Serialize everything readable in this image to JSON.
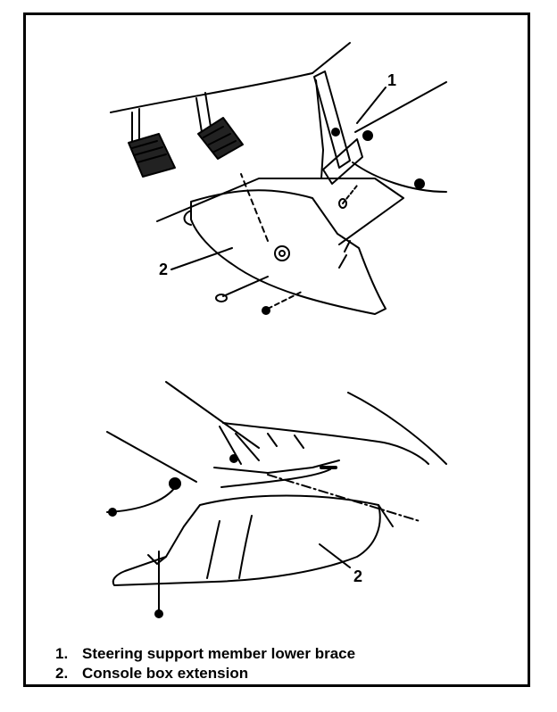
{
  "callouts": {
    "top_1": "1",
    "top_2": "2",
    "bottom_2": "2"
  },
  "legend": [
    {
      "number": "1.",
      "text": "Steering support member lower brace"
    },
    {
      "number": "2.",
      "text": "Console box extension"
    }
  ]
}
